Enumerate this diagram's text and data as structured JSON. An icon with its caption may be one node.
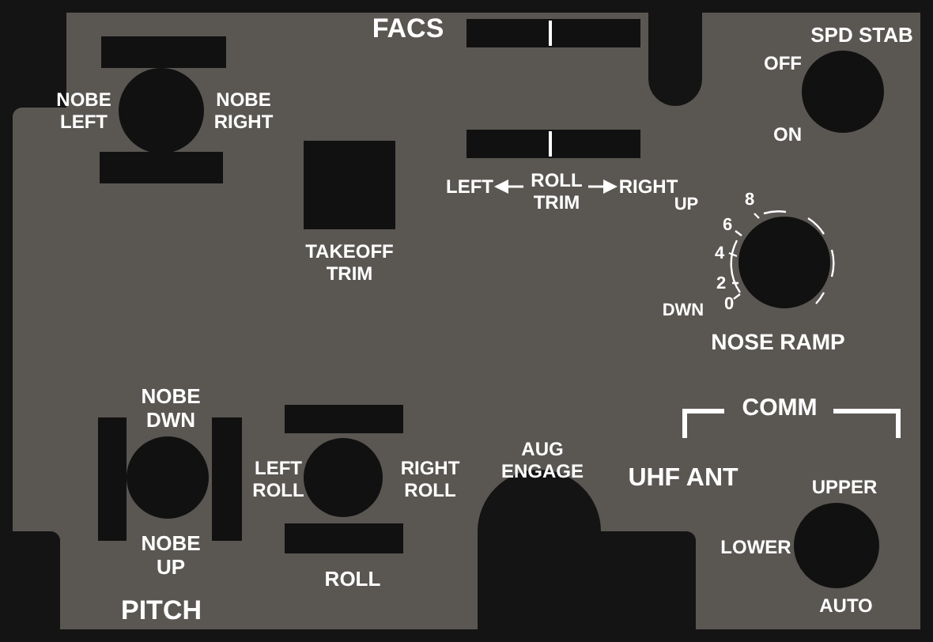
{
  "diagram": {
    "title": "FACS",
    "labels": [
      "SPD STAB",
      "NOBE LEFT",
      "NOBE RIGHT",
      "OFF",
      "ON",
      "LEFT",
      "ROLL TRIM",
      "RIGHT",
      "TAKEOFF TRIM",
      "UP",
      "8",
      "6",
      "4",
      "2",
      "0",
      "DWN",
      "NOSE RAMP",
      "COMM",
      "NOBE DWN",
      "LEFT ROLL",
      "RIGHT ROLL",
      "AUG ENGAGE",
      "UHF ANT",
      "UPPER",
      "LOWER",
      "NOBE UP",
      "ROLL",
      "AUTO",
      "PITCH"
    ]
  }
}
